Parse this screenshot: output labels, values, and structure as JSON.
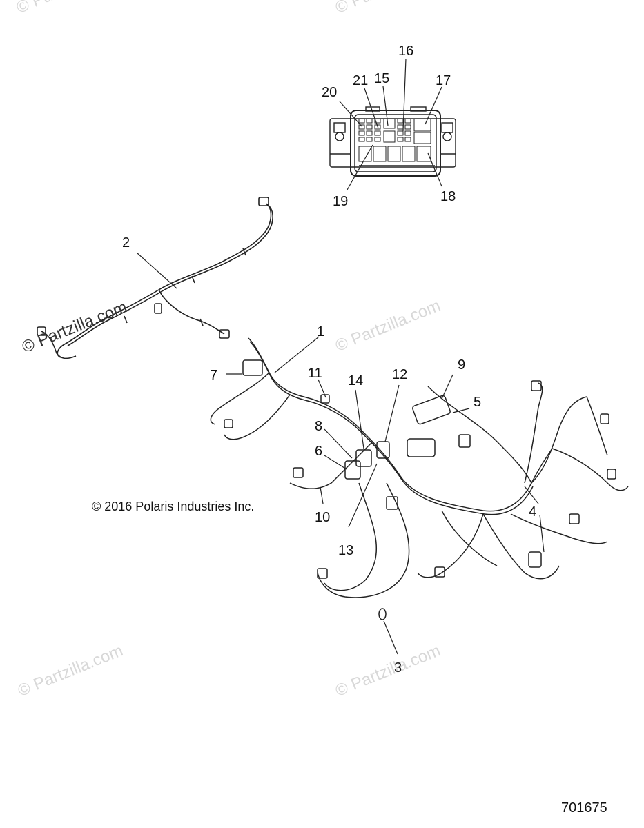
{
  "diagram": {
    "copyright": "© 2016 Polaris Industries Inc.",
    "document_number": "701675",
    "watermark": "© Partzilla.com",
    "callouts": [
      "1",
      "2",
      "3",
      "4",
      "5",
      "6",
      "7",
      "8",
      "9",
      "10",
      "11",
      "12",
      "13",
      "14",
      "15",
      "16",
      "17",
      "18",
      "19",
      "20",
      "21"
    ]
  },
  "colors": {
    "line": "#222222",
    "watermark": "#d8d8d8"
  }
}
